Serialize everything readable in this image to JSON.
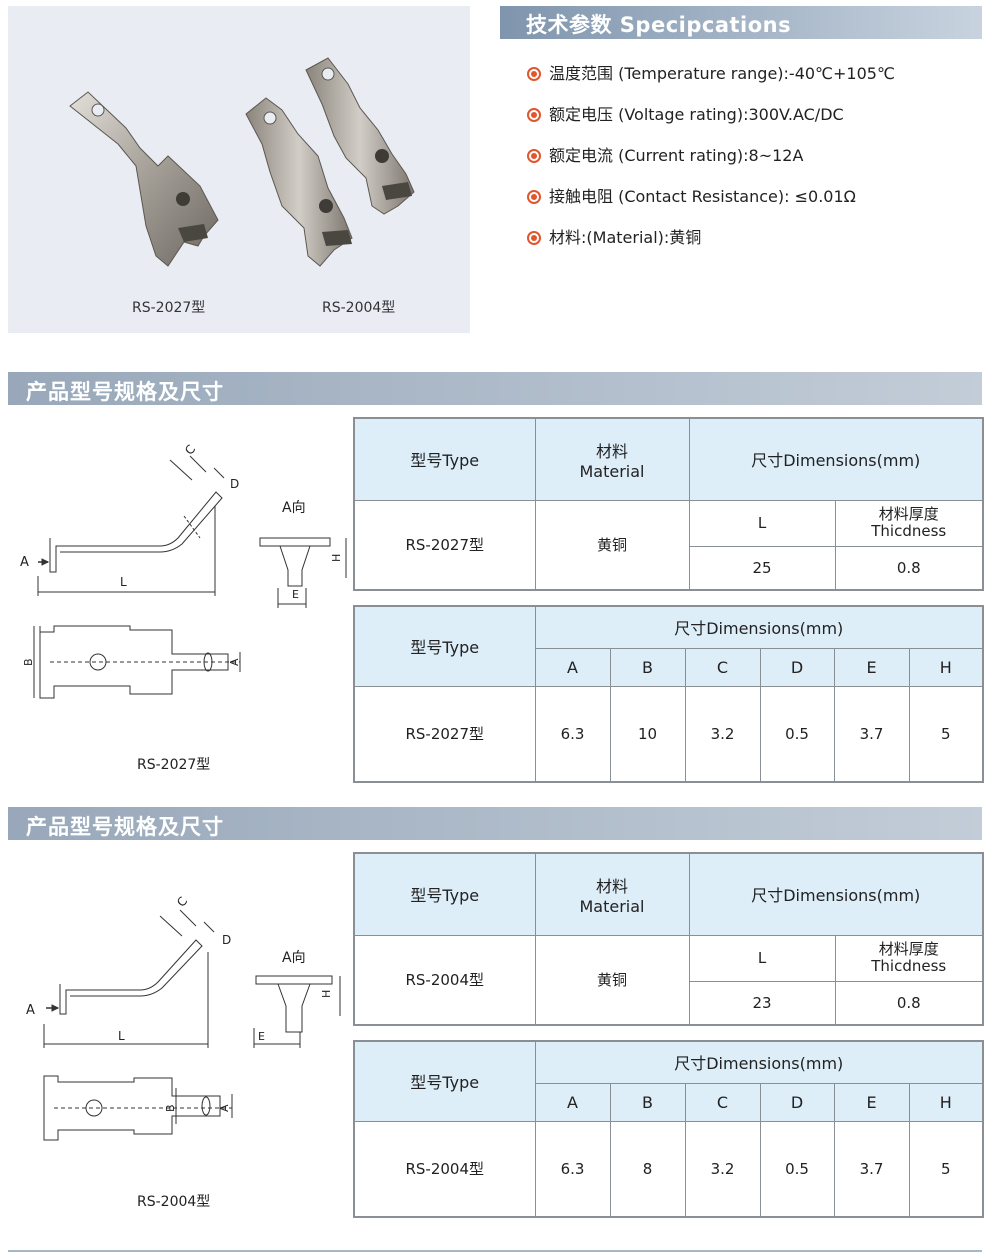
{
  "photo": {
    "caption_left": "RS-2027型",
    "caption_right": "RS-2004型"
  },
  "specs": {
    "title": "技术参数 Specipcations",
    "items": [
      {
        "label": "温度范围 (Temperature range):-40℃+105℃"
      },
      {
        "label": "额定电压 (Voltage rating):300V.AC/DC"
      },
      {
        "label": "额定电流 (Current rating):8~12A"
      },
      {
        "label": "接触电阻 (Contact Resistance): ≤0.01Ω"
      },
      {
        "label": "材料:(Material):黄铜"
      }
    ],
    "bullet_color": "#e0562d"
  },
  "sections": [
    {
      "header": "产品型号规格及尺寸",
      "model_label": "RS-2027型",
      "drawing": {
        "a_view": "A向",
        "a": "A",
        "l": "L",
        "c": "C",
        "d": "D",
        "h": "H",
        "e": "E",
        "b": "B"
      },
      "table1": {
        "col_type": "型号Type",
        "col_material_cn": "材料",
        "col_material_en": "Material",
        "col_dimensions": "尺寸Dimensions(mm)",
        "col_l": "L",
        "col_thick_cn": "材料厚度",
        "col_thick_en": "Thicdness",
        "model": "RS-2027型",
        "material": "黄铜",
        "l_value": "25",
        "thick_value": "0.8"
      },
      "table2": {
        "col_type": "型号Type",
        "col_dimensions": "尺寸Dimensions(mm)",
        "dims": [
          "A",
          "B",
          "C",
          "D",
          "E",
          "H"
        ],
        "model": "RS-2027型",
        "values": [
          "6.3",
          "10",
          "3.2",
          "0.5",
          "3.7",
          "5"
        ]
      }
    },
    {
      "header": "产品型号规格及尺寸",
      "model_label": "RS-2004型",
      "drawing": {
        "a_view": "A向",
        "a": "A",
        "l": "L",
        "c": "C",
        "d": "D",
        "h": "H",
        "e": "E",
        "b": "B"
      },
      "table1": {
        "col_type": "型号Type",
        "col_material_cn": "材料",
        "col_material_en": "Material",
        "col_dimensions": "尺寸Dimensions(mm)",
        "col_l": "L",
        "col_thick_cn": "材料厚度",
        "col_thick_en": "Thicdness",
        "model": "RS-2004型",
        "material": "黄铜",
        "l_value": "23",
        "thick_value": "0.8"
      },
      "table2": {
        "col_type": "型号Type",
        "col_dimensions": "尺寸Dimensions(mm)",
        "dims": [
          "A",
          "B",
          "C",
          "D",
          "E",
          "H"
        ],
        "model": "RS-2004型",
        "values": [
          "6.3",
          "8",
          "3.2",
          "0.5",
          "3.7",
          "5"
        ]
      }
    }
  ],
  "colors": {
    "table_header_bg": "#ddeef9",
    "section_header": "#98a8ba",
    "photo_bg": "#e9edf3"
  }
}
